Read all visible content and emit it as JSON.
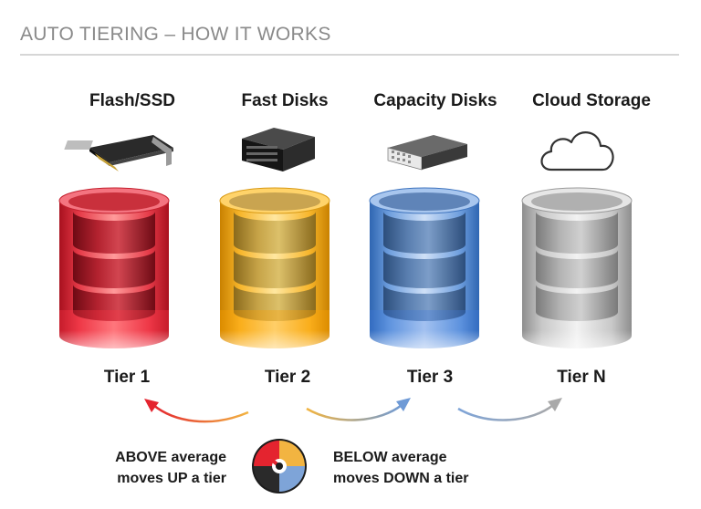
{
  "header": {
    "title": "AUTO TIERING – HOW IT WORKS"
  },
  "tiers": [
    {
      "name": "Flash/SSD",
      "label": "Tier 1",
      "icon": "ssd-card-icon",
      "color": "#e8283c"
    },
    {
      "name": "Fast Disks",
      "label": "Tier 2",
      "icon": "disk-enclosure-icon",
      "color": "#f5b21e"
    },
    {
      "name": "Capacity Disks",
      "label": "Tier 3",
      "icon": "rack-server-icon",
      "color": "#5c8fd0"
    },
    {
      "name": "Cloud Storage",
      "label": "Tier N",
      "icon": "cloud-icon",
      "color": "#b7b7b7"
    }
  ],
  "legend": {
    "above_line1": "ABOVE average",
    "above_line2": "moves UP a tier",
    "below_line1": "BELOW average",
    "below_line2": "moves DOWN a tier",
    "gauge_icon": "speedometer-icon"
  }
}
